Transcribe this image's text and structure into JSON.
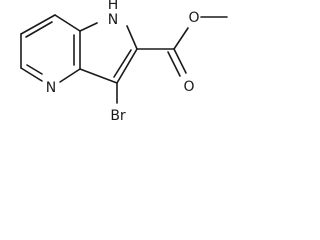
{
  "molecule": {
    "atoms": {
      "nh": "N",
      "nh_h": "H",
      "n_pyridine": "N",
      "br": "Br",
      "o_carbonyl": "O",
      "o_ester": "O"
    }
  }
}
